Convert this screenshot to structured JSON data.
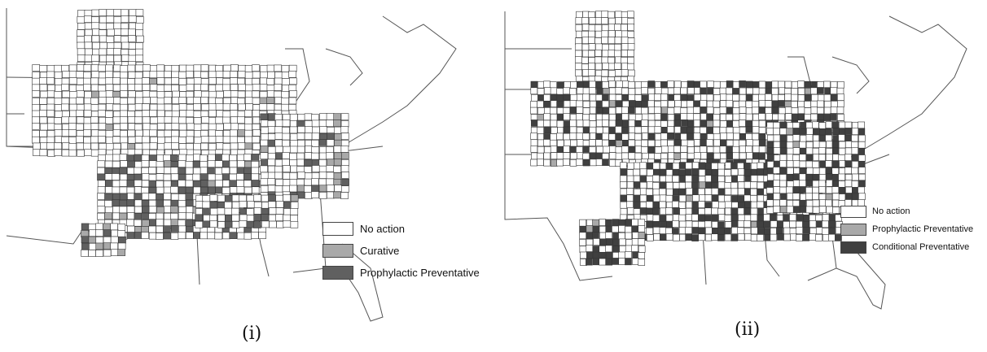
{
  "colors": {
    "no_action": "#ffffff",
    "curative": "#a9a9a9",
    "prophylactic_i": "#606060",
    "prophylactic_ii": "#a9a9a9",
    "conditional": "#404040",
    "outline": "#333333"
  },
  "panel_i": {
    "caption": "(i)",
    "legend": [
      {
        "label": "No action",
        "color": "#ffffff"
      },
      {
        "label": "Curative",
        "color": "#a9a9a9"
      },
      {
        "label": "Prophylactic Preventative",
        "color": "#606060"
      }
    ]
  },
  "panel_ii": {
    "caption": "(ii)",
    "legend": [
      {
        "label": "No action",
        "color": "#ffffff"
      },
      {
        "label": "Prophylactic Preventative",
        "color": "#a9a9a9"
      },
      {
        "label": "Conditional Preventative",
        "color": "#404040"
      }
    ]
  }
}
